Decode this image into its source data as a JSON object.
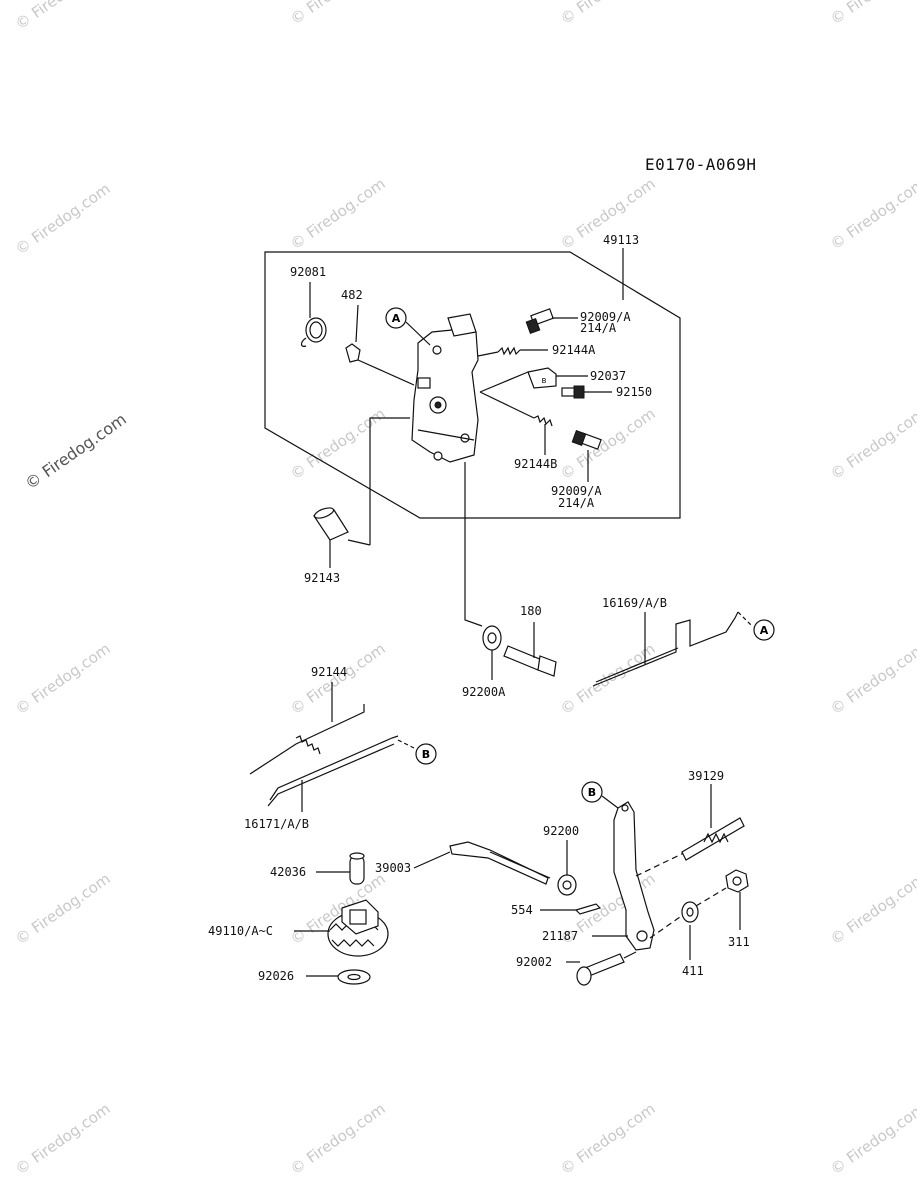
{
  "diagram_code": "E0170-A069H",
  "watermark": "© Firedog.com",
  "callouts": {
    "a": "A",
    "b": "B"
  },
  "parts": {
    "p49113": "49113",
    "p92081": "92081",
    "p482": "482",
    "p92009a_1": "92009/A",
    "p214a_1": "214/A",
    "p92144a": "92144A",
    "p92037": "92037",
    "p92150": "92150",
    "p92144b": "92144B",
    "p92009a_2": "92009/A",
    "p214a_2": "214/A",
    "p92143": "92143",
    "p180": "180",
    "p16169": "16169/A/B",
    "p92200a": "92200A",
    "p92144": "92144",
    "p16171": "16171/A/B",
    "p39129": "39129",
    "p92200": "92200",
    "p42036": "42036",
    "p39003": "39003",
    "p554": "554",
    "p49110": "49110/A~C",
    "p21187": "21187",
    "p311": "311",
    "p92002": "92002",
    "p411": "411",
    "p92026": "92026"
  }
}
